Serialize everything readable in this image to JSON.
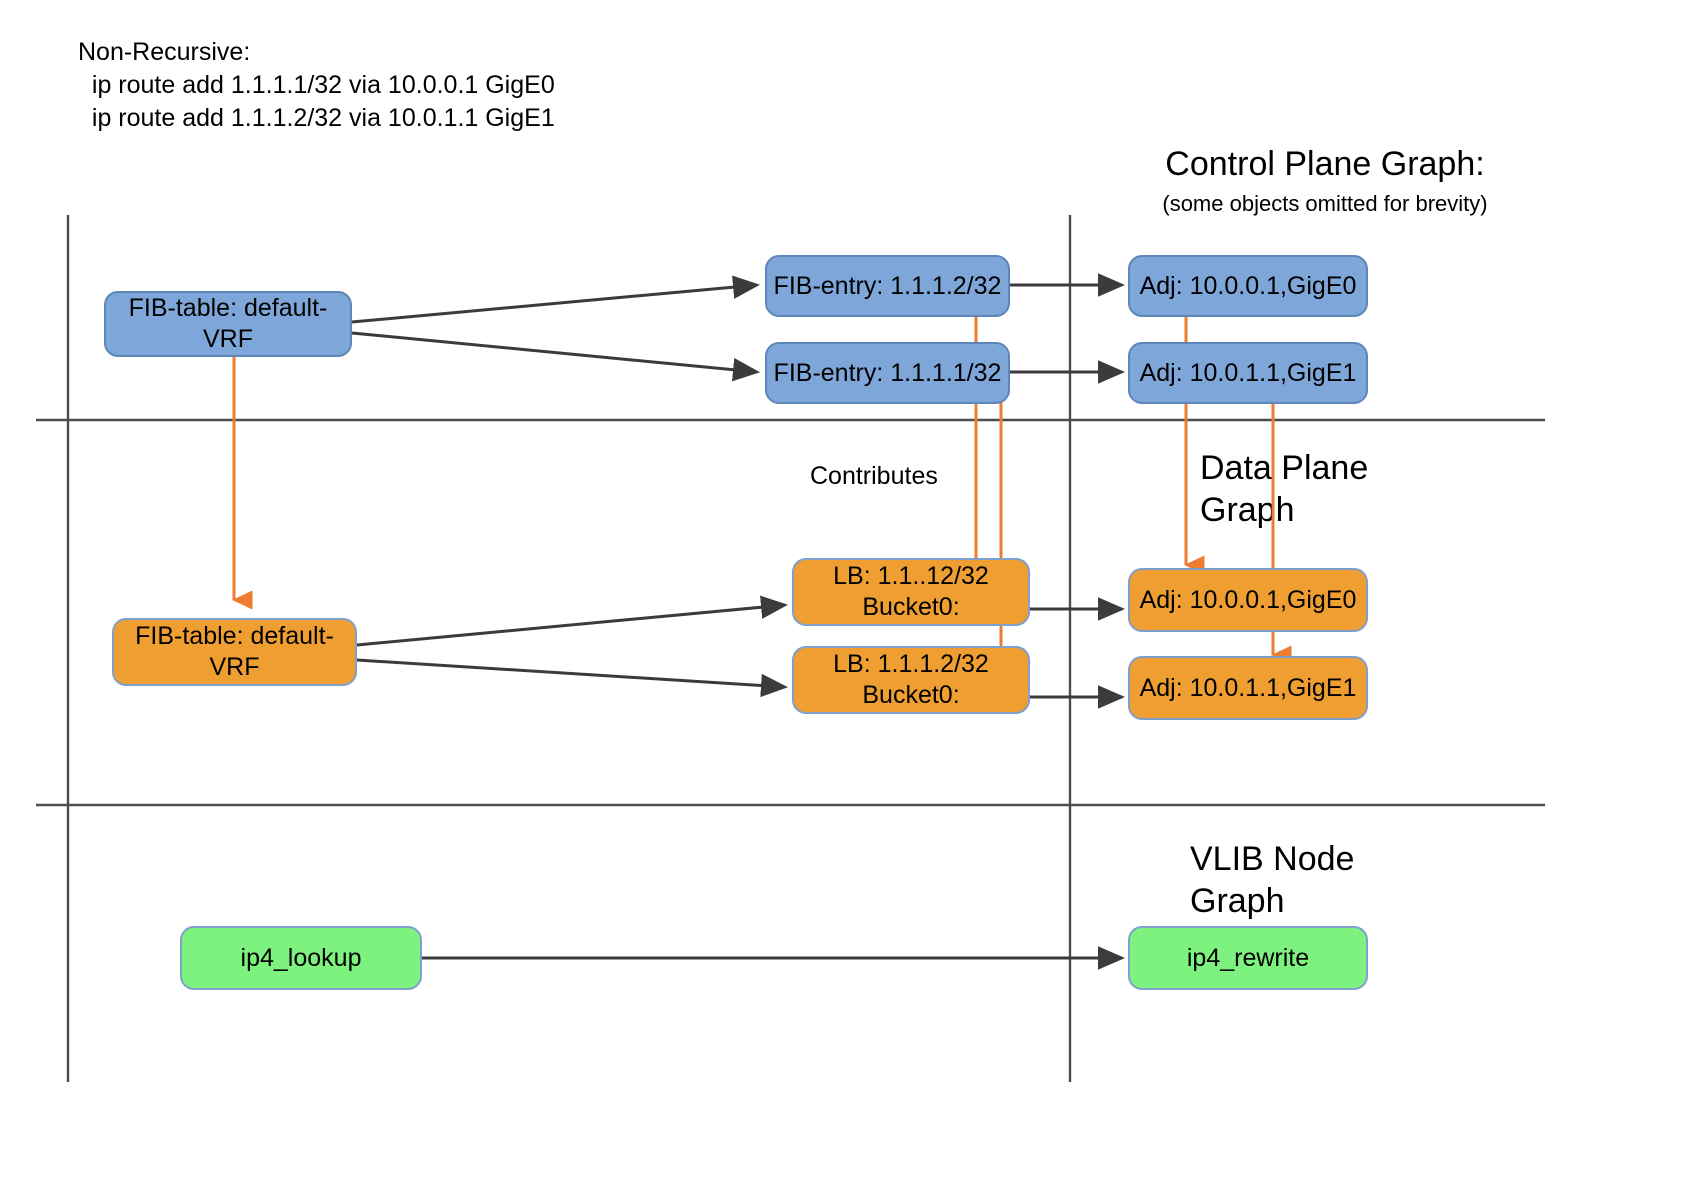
{
  "header": {
    "title": "Non-Recursive:",
    "line1": "  ip route add 1.1.1.1/32 via 10.0.0.1 GigE0",
    "line2": "  ip route add 1.1.1.2/32 via 10.0.1.1 GigE1"
  },
  "sections": {
    "control_plane": {
      "title": "Control Plane Graph:",
      "subtitle": "(some objects omitted for brevity)"
    },
    "data_plane": {
      "title": "Data Plane\nGraph"
    },
    "vlib": {
      "title": "VLIB Node\nGraph"
    }
  },
  "labels": {
    "contributes": "Contributes"
  },
  "colors": {
    "blue_fill": "#7ea6d8",
    "orange_fill": "#ef9f31",
    "green_fill": "#7ef27e",
    "node_border": "#7fa0cd",
    "arrow_black": "#3b3b3b",
    "arrow_orange": "#ed7d31",
    "rule": "#4d4d4d"
  },
  "nodes": {
    "cp_fib_table": {
      "label": "FIB-table: default-VRF"
    },
    "cp_fib_entry_2": {
      "label": "FIB-entry: 1.1.1.2/32"
    },
    "cp_fib_entry_1": {
      "label": "FIB-entry: 1.1.1.1/32"
    },
    "cp_adj_0": {
      "label": "Adj: 10.0.0.1,GigE0"
    },
    "cp_adj_1": {
      "label": "Adj: 10.0.1.1,GigE1"
    },
    "dp_fib_table": {
      "label": "FIB-table: default-VRF"
    },
    "dp_lb_0": {
      "line1": "LB: 1.1..12/32",
      "line2": "Bucket0:"
    },
    "dp_lb_1": {
      "line1": "LB: 1.1.1.2/32",
      "line2": "Bucket0:"
    },
    "dp_adj_0": {
      "label": "Adj: 10.0.0.1,GigE0"
    },
    "dp_adj_1": {
      "label": "Adj: 10.0.1.1,GigE1"
    },
    "vlib_lookup": {
      "label": "ip4_lookup"
    },
    "vlib_rewrite": {
      "label": "ip4_rewrite"
    }
  }
}
